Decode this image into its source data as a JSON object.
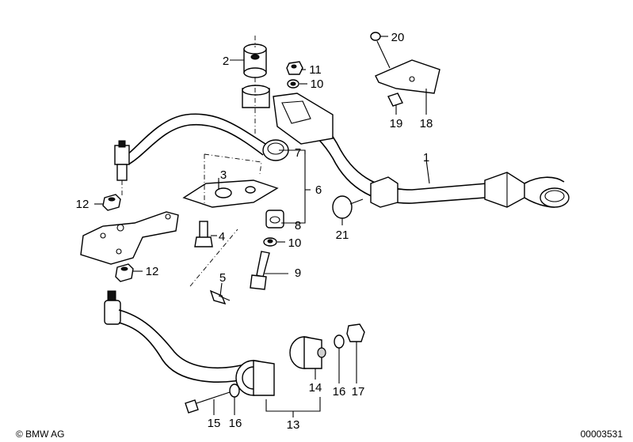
{
  "labels": {
    "p1": "1",
    "p2": "2",
    "p3": "3",
    "p4": "4",
    "p5": "5",
    "p6": "6",
    "p7": "7",
    "p8": "8",
    "p9": "9",
    "p10a": "10",
    "p10b": "10",
    "p11": "11",
    "p12a": "12",
    "p12b": "12",
    "p13": "13",
    "p14": "14",
    "p15": "15",
    "p16a": "16",
    "p16b": "16",
    "p17": "17",
    "p18": "18",
    "p19": "19",
    "p20": "20",
    "p21": "21"
  },
  "footer": {
    "brand": "© BMW AG",
    "diagram_number": "00003531"
  }
}
